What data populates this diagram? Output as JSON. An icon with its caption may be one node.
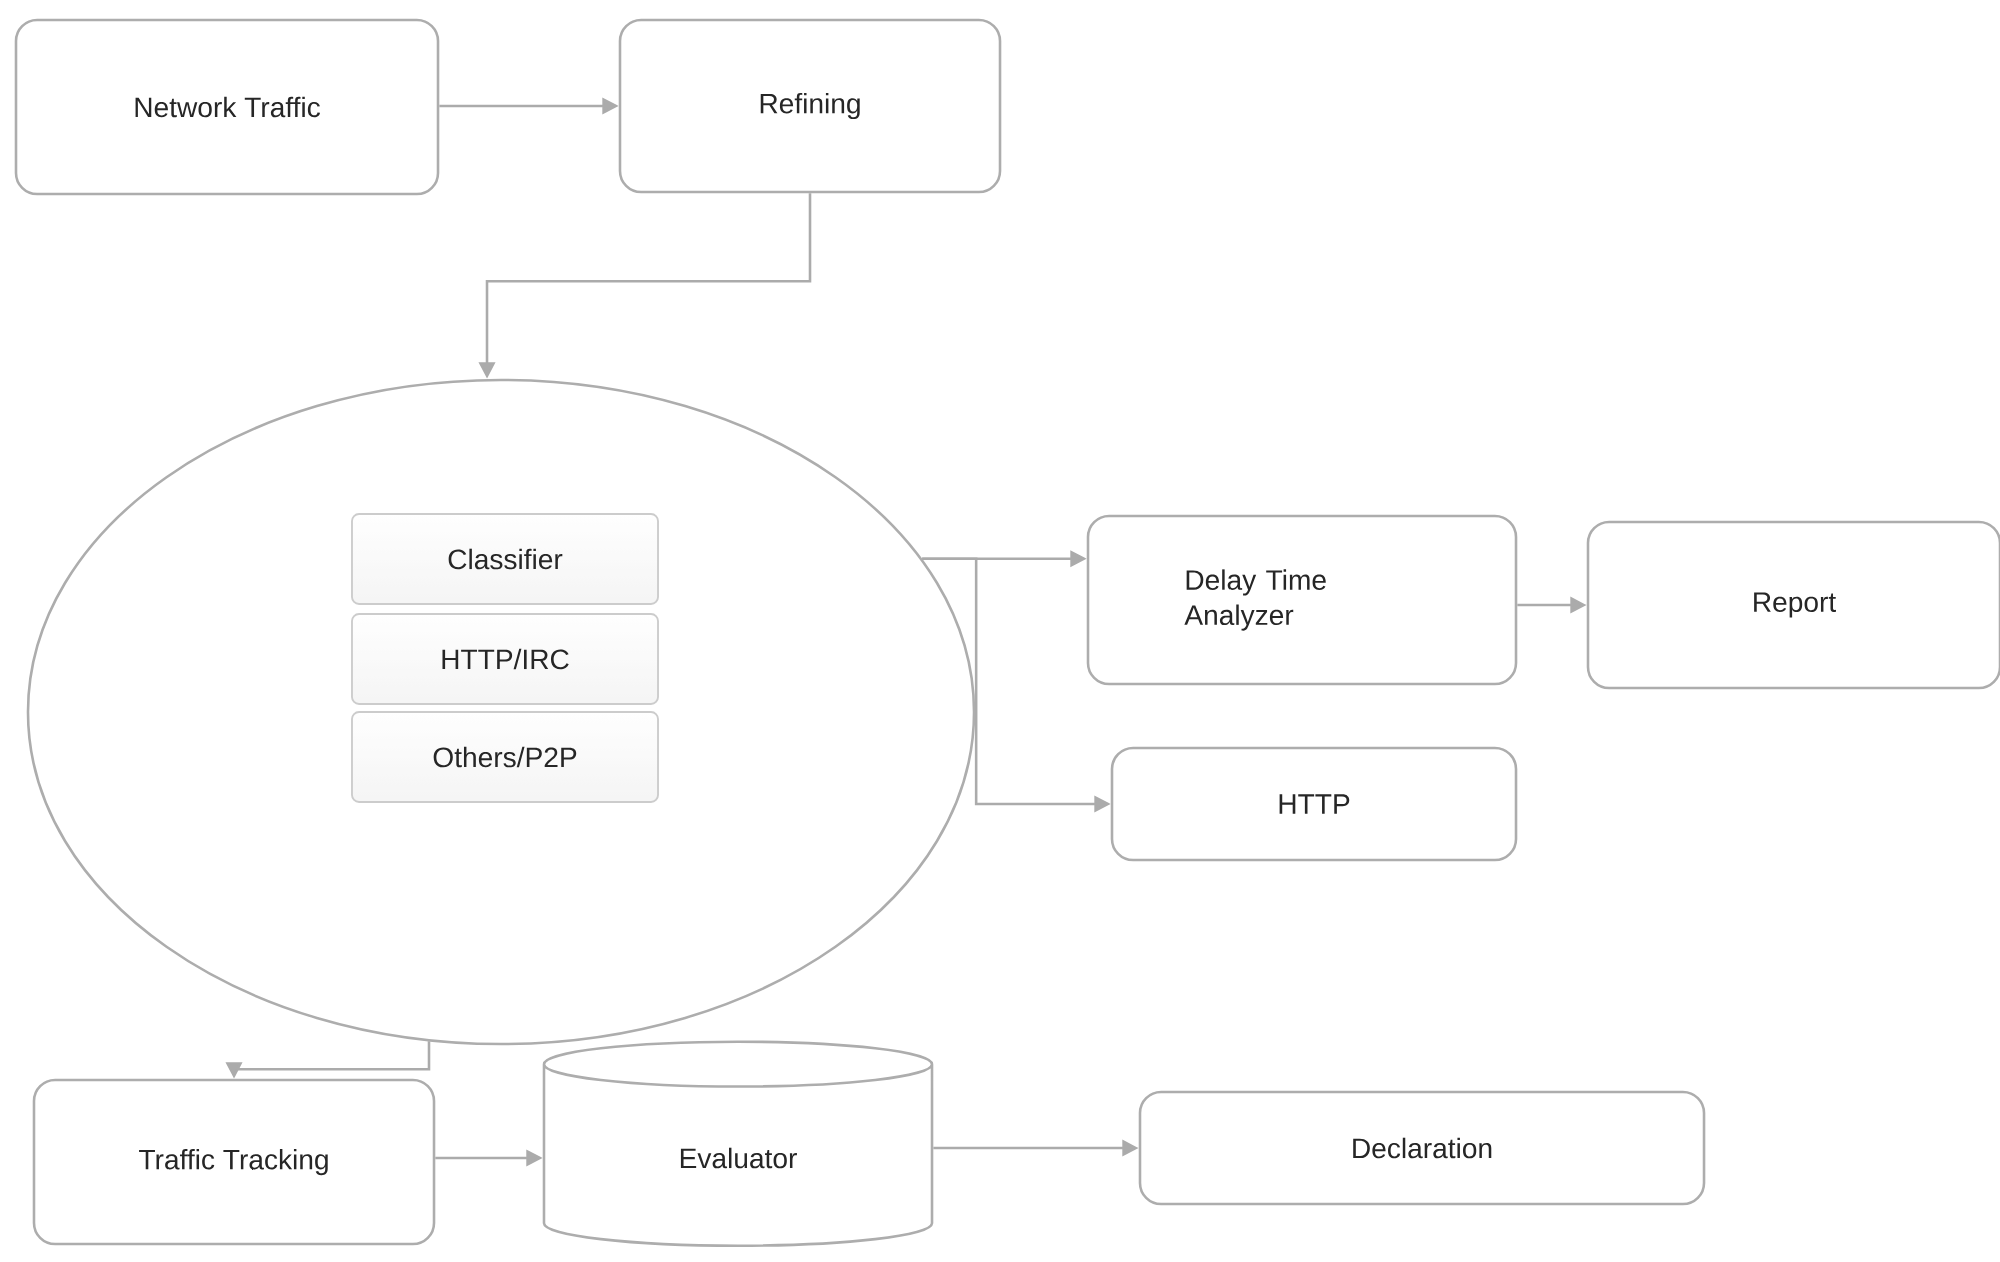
{
  "diagram": {
    "nodes": [
      {
        "text": [
          "Network Traffic"
        ]
      },
      {
        "text": [
          "Refining"
        ]
      },
      {
        "text": [],
        "shape": "ellipse"
      },
      {
        "text": [
          "Classifier"
        ],
        "in": 2
      },
      {
        "text": [
          "HTTP/IRC"
        ],
        "in": 2
      },
      {
        "text": [
          "Others/P2P"
        ],
        "in": 2
      },
      {
        "text": [
          "Delay Time Analyzer"
        ]
      },
      {
        "text": [
          "Report"
        ]
      },
      {
        "text": [
          "HTTP"
        ]
      },
      {
        "text": [
          "Traffic Tracking"
        ]
      },
      {
        "text": [
          "Evaluator"
        ]
      },
      {
        "text": [
          "Declaration"
        ]
      }
    ],
    "edges": [
      {
        "from": 0,
        "to": 1,
        "arrow": "to"
      },
      {
        "from": 1,
        "to": 2,
        "arrow": "to"
      },
      {
        "from": 2,
        "to": 6,
        "arrow": "to"
      },
      {
        "from": 2,
        "to": 8,
        "arrow": "to"
      },
      {
        "from": 6,
        "to": 7,
        "arrow": "to"
      },
      {
        "from": 2,
        "to": 9,
        "arrow": "to"
      },
      {
        "from": 9,
        "to": 10,
        "arrow": "to"
      },
      {
        "from": 10,
        "to": 11,
        "arrow": "to"
      }
    ]
  }
}
